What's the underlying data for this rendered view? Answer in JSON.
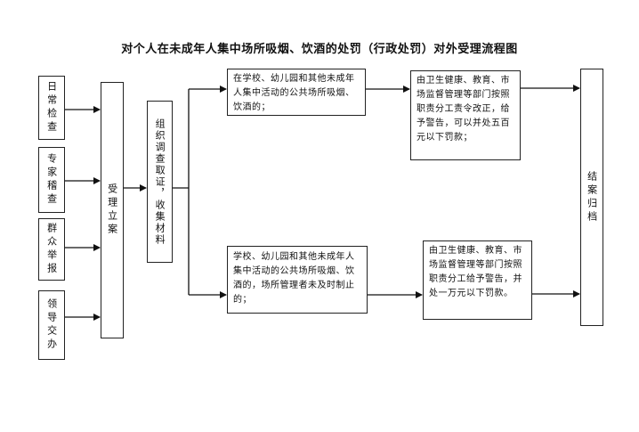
{
  "title": "对个人在未成年人集中场所吸烟、饮酒的处罚（行政处罚）对外受理流程图",
  "sources": [
    "日常检查",
    "专家稽查",
    "群众举报",
    "领导交办"
  ],
  "accept": "受理立案",
  "investigate": "组织调查取证，收集材料",
  "case_upper": "在学校、幼儿园和其他未成年人集中活动的公共场所吸烟、饮酒的；",
  "case_lower": "学校、幼儿园和其他未成年人集中活动的公共场所吸烟、饮酒的，场所管理者未及时制止的；",
  "penalty_upper": "由卫生健康、教育、市场监督管理等部门按照职责分工责令改正，给予警告，可以并处五百元以下罚款；",
  "penalty_lower": "由卫生健康、教育、市场监督管理等部门按照职责分工给予警告，并处一万元以下罚款。",
  "close": "结案归档"
}
